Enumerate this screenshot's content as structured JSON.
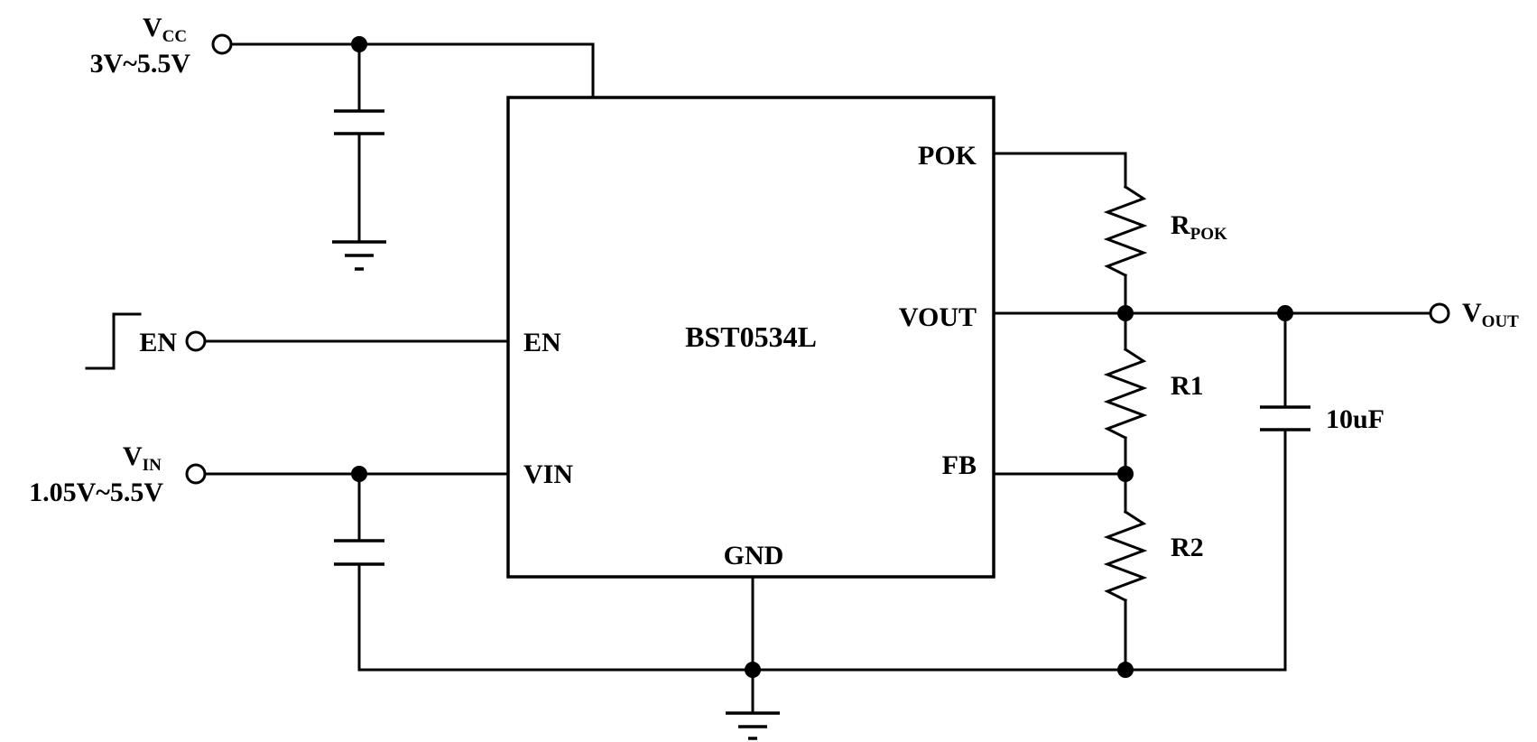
{
  "chip": {
    "name": "BST0534L",
    "pins": {
      "pok": "POK",
      "vout": "VOUT",
      "en": "EN",
      "vin": "VIN",
      "fb": "FB",
      "gnd": "GND"
    }
  },
  "terminals": {
    "vcc": {
      "main": "V",
      "sub": "CC",
      "range": "3V~5.5V"
    },
    "en": "EN",
    "vin": {
      "main": "V",
      "sub": "IN",
      "range": "1.05V~5.5V"
    },
    "vout": {
      "main": "V",
      "sub": "OUT"
    }
  },
  "components": {
    "rpok": {
      "main": "R",
      "sub": "POK"
    },
    "r1": "R1",
    "r2": "R2",
    "cout": "10uF"
  }
}
